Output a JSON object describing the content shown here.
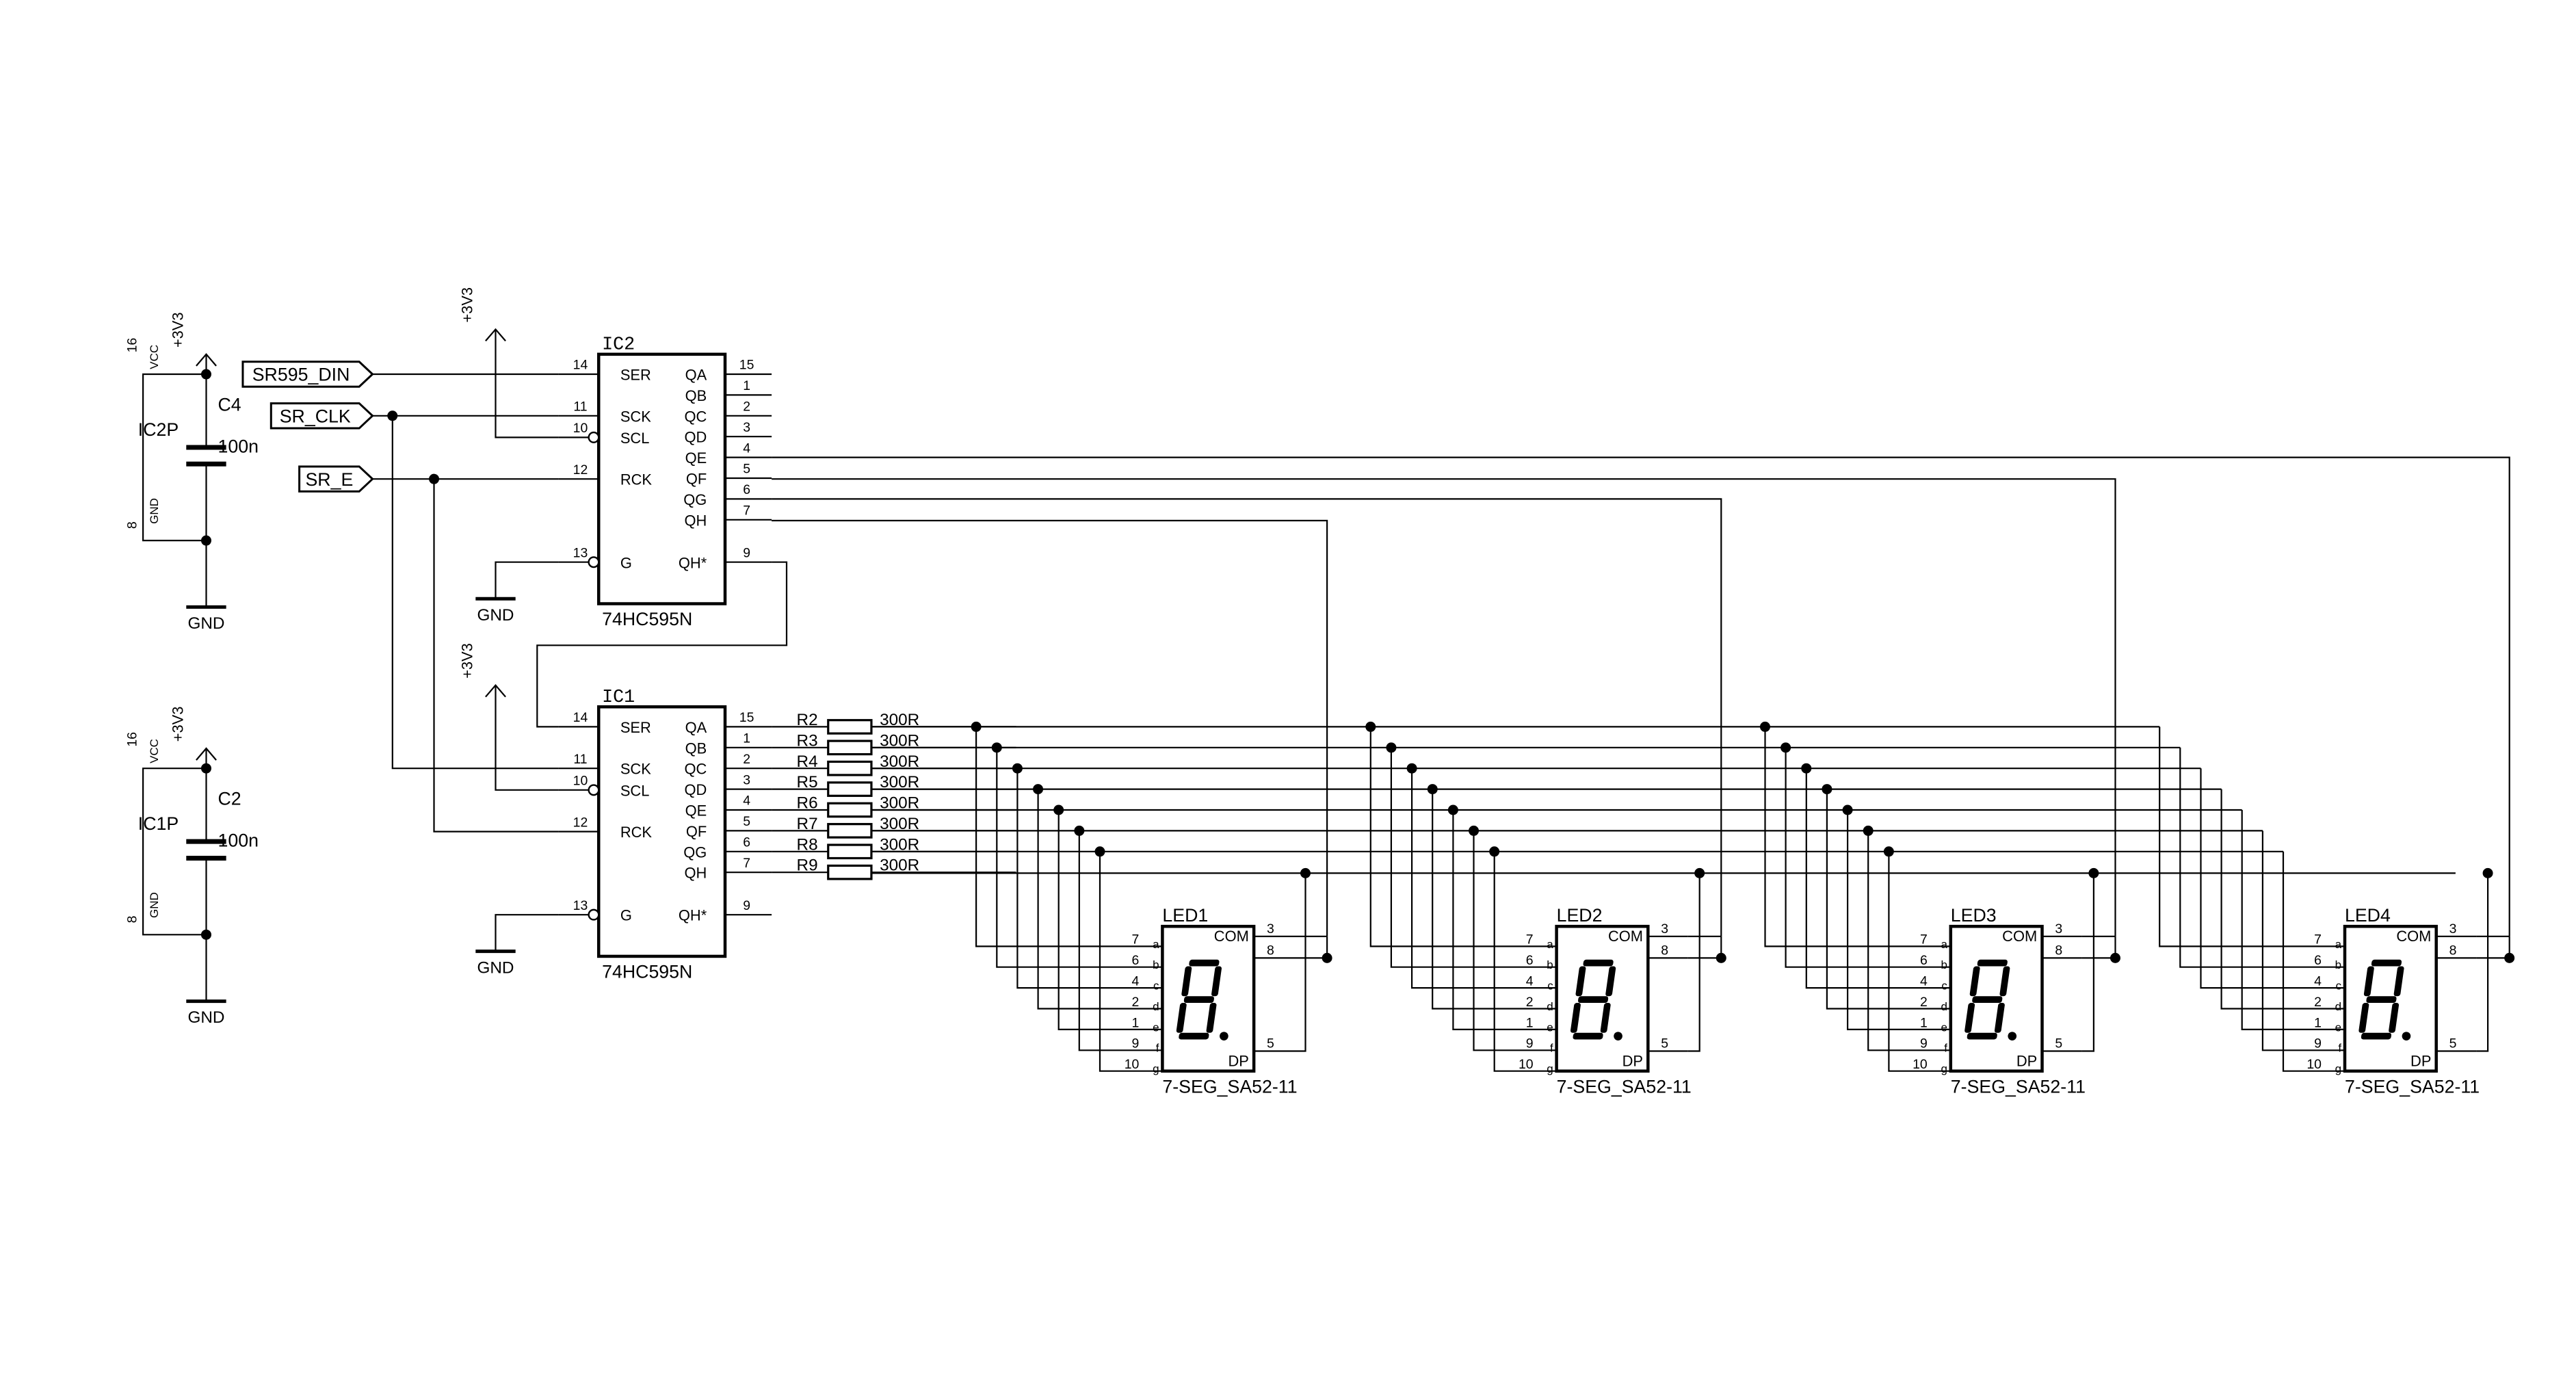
{
  "net_labels": {
    "din": "SR595_DIN",
    "clk": "SR_CLK",
    "e": "SR_E"
  },
  "power": {
    "v33": "+3V3",
    "gnd": "GND"
  },
  "capacitors": [
    {
      "ref": "C4",
      "value": "100n",
      "part": "IC2P",
      "vcc_pin": "16",
      "vcc": "VCC",
      "gnd_pin": "8",
      "gnd": "GND"
    },
    {
      "ref": "C2",
      "value": "100n",
      "part": "IC1P",
      "vcc_pin": "16",
      "vcc": "VCC",
      "gnd_pin": "8",
      "gnd": "GND"
    }
  ],
  "shift_registers": [
    {
      "ref": "IC2",
      "value": "74HC595N"
    },
    {
      "ref": "IC1",
      "value": "74HC595N"
    }
  ],
  "sr_left_pins": [
    {
      "num": "14",
      "name": "SER"
    },
    {
      "num": "11",
      "name": "SCK"
    },
    {
      "num": "10",
      "name": "SCL"
    },
    {
      "num": "12",
      "name": "RCK"
    },
    {
      "num": "13",
      "name": "G"
    }
  ],
  "sr_right_pins": [
    {
      "num": "15",
      "name": "QA"
    },
    {
      "num": "1",
      "name": "QB"
    },
    {
      "num": "2",
      "name": "QC"
    },
    {
      "num": "3",
      "name": "QD"
    },
    {
      "num": "4",
      "name": "QE"
    },
    {
      "num": "5",
      "name": "QF"
    },
    {
      "num": "6",
      "name": "QG"
    },
    {
      "num": "7",
      "name": "QH"
    },
    {
      "num": "9",
      "name": "QH*"
    }
  ],
  "resistors": [
    {
      "ref": "R2",
      "value": "300R"
    },
    {
      "ref": "R3",
      "value": "300R"
    },
    {
      "ref": "R4",
      "value": "300R"
    },
    {
      "ref": "R5",
      "value": "300R"
    },
    {
      "ref": "R6",
      "value": "300R"
    },
    {
      "ref": "R7",
      "value": "300R"
    },
    {
      "ref": "R8",
      "value": "300R"
    },
    {
      "ref": "R9",
      "value": "300R"
    }
  ],
  "displays": [
    {
      "ref": "LED1",
      "value": "7-SEG_SA52-11"
    },
    {
      "ref": "LED2",
      "value": "7-SEG_SA52-11"
    },
    {
      "ref": "LED3",
      "value": "7-SEG_SA52-11"
    },
    {
      "ref": "LED4",
      "value": "7-SEG_SA52-11"
    }
  ],
  "display_left_pins": [
    {
      "num": "7",
      "seg": "a"
    },
    {
      "num": "6",
      "seg": "b"
    },
    {
      "num": "4",
      "seg": "c"
    },
    {
      "num": "2",
      "seg": "d"
    },
    {
      "num": "1",
      "seg": "e"
    },
    {
      "num": "9",
      "seg": "f"
    },
    {
      "num": "10",
      "seg": "g"
    }
  ],
  "display_right_pins": {
    "com": "COM",
    "dp": "DP",
    "pin3": "3",
    "pin8": "8",
    "pin5": "5"
  }
}
